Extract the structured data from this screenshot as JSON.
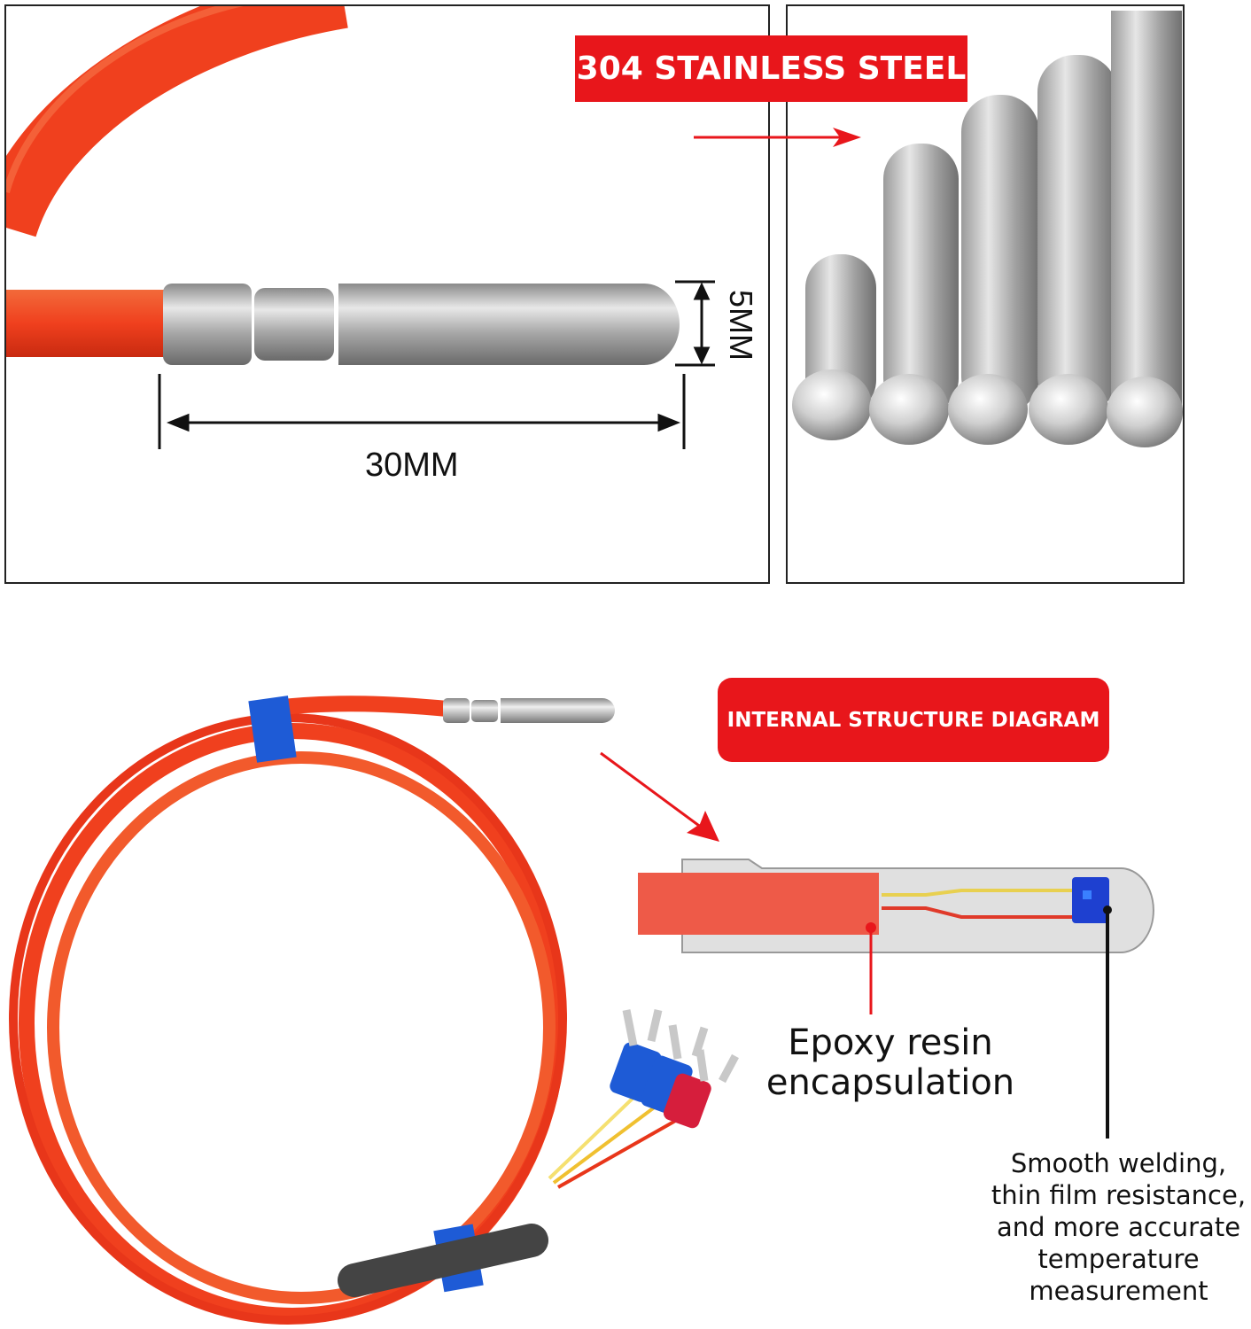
{
  "top_left": {
    "width_label": "5MM",
    "length_label": "30MM"
  },
  "top_right": {
    "banner": "304 STAINLESS STEEL"
  },
  "bottom": {
    "banner": "INTERNAL STRUCTURE DIAGRAM",
    "label_epoxy": [
      "Epoxy resin",
      "encapsulation"
    ],
    "label_welding": [
      "Smooth welding,",
      "thin film resistance,",
      "and more accurate",
      "temperature",
      "measurement"
    ]
  },
  "colors": {
    "accent_red": "#e8161b",
    "cable_red": "#f0401e",
    "steel": "#b8b8b8"
  }
}
